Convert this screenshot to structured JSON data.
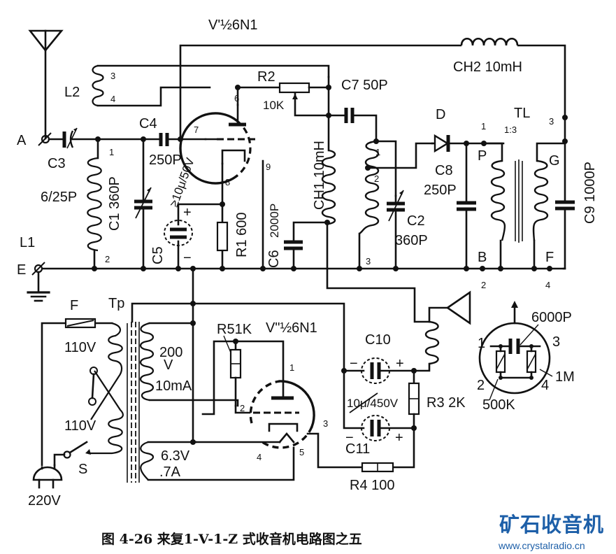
{
  "caption": "图 4-26   来复1-V-1-Z 式收音机电路图之五",
  "watermark": {
    "title": "矿石收音机",
    "url": "www.crystalradio.cn",
    "color": "#1d5fa8"
  },
  "terminals": {
    "antenna_A": "A",
    "earth_E": "E"
  },
  "tubes": {
    "v1": {
      "label": "V'½6N1",
      "pins": {
        "p6": "6",
        "p7": "7",
        "p8": "8",
        "p9": "9"
      }
    },
    "v2": {
      "label": "V\"½6N1",
      "pins": {
        "p1": "1",
        "p2": "2",
        "p3": "3",
        "p4": "4",
        "p5": "5"
      }
    }
  },
  "components": {
    "L1": {
      "name": "L1",
      "tap_top": "1",
      "tap_bottom": "2"
    },
    "L2": {
      "name": "L2",
      "tap_3": "3",
      "tap_4": "4"
    },
    "C1": {
      "name": "C1",
      "value": "360P"
    },
    "C2": {
      "name": "C2",
      "value": "360P"
    },
    "C3": {
      "name": "C3",
      "value": "6/25P"
    },
    "C4": {
      "name": "C4",
      "value": "250P"
    },
    "C5": {
      "name": "C5",
      "value": "≥10μ/50V"
    },
    "C6": {
      "name": "C6",
      "value": "2000P"
    },
    "C7": {
      "name": "C7",
      "value": "50P"
    },
    "C8": {
      "name": "C8",
      "value": "250P"
    },
    "C9": {
      "name": "C9",
      "value": "1000P"
    },
    "C10": {
      "name": "C10"
    },
    "C11": {
      "name": "C11"
    },
    "C10_11_value": "10μ/450V",
    "R1": {
      "name": "R1",
      "value": "600"
    },
    "R2": {
      "name": "R2",
      "value": "10K"
    },
    "R3": {
      "name": "R3",
      "value": "2K"
    },
    "R4": {
      "name": "R4",
      "value": "100"
    },
    "R5": {
      "name": "R5",
      "value": "1K"
    },
    "CH1": {
      "name": "CH1",
      "value": "10mH"
    },
    "CH2": {
      "name": "CH2",
      "value": "10mH"
    },
    "D": {
      "name": "D"
    },
    "coil2": {
      "tap1": "1",
      "tap2": "2",
      "tap3": "3"
    },
    "TL": {
      "name": "TL",
      "ratio": "1:3",
      "P": "P",
      "B": "B",
      "G": "G",
      "F": "F",
      "pin1": "1",
      "pin2": "2",
      "pin3": "3",
      "pin4": "4"
    },
    "Tp": {
      "name": "Tp",
      "primary1": "110V",
      "primary2": "110V",
      "hv": "200",
      "hv_unit": "V",
      "hv_current": "10mA",
      "fil_v": "6.3V",
      "fil_a": ".7A"
    },
    "F": {
      "name": "F"
    },
    "S": {
      "name": "S"
    },
    "plug": {
      "voltage": "220V"
    }
  },
  "speaker_inset": {
    "cap": "6000P",
    "r_left": "500K",
    "r_right": "1M",
    "pin1": "1",
    "pin2": "2",
    "pin3": "3",
    "pin4": "4"
  },
  "polarity": {
    "plus": "+",
    "minus": "−"
  }
}
